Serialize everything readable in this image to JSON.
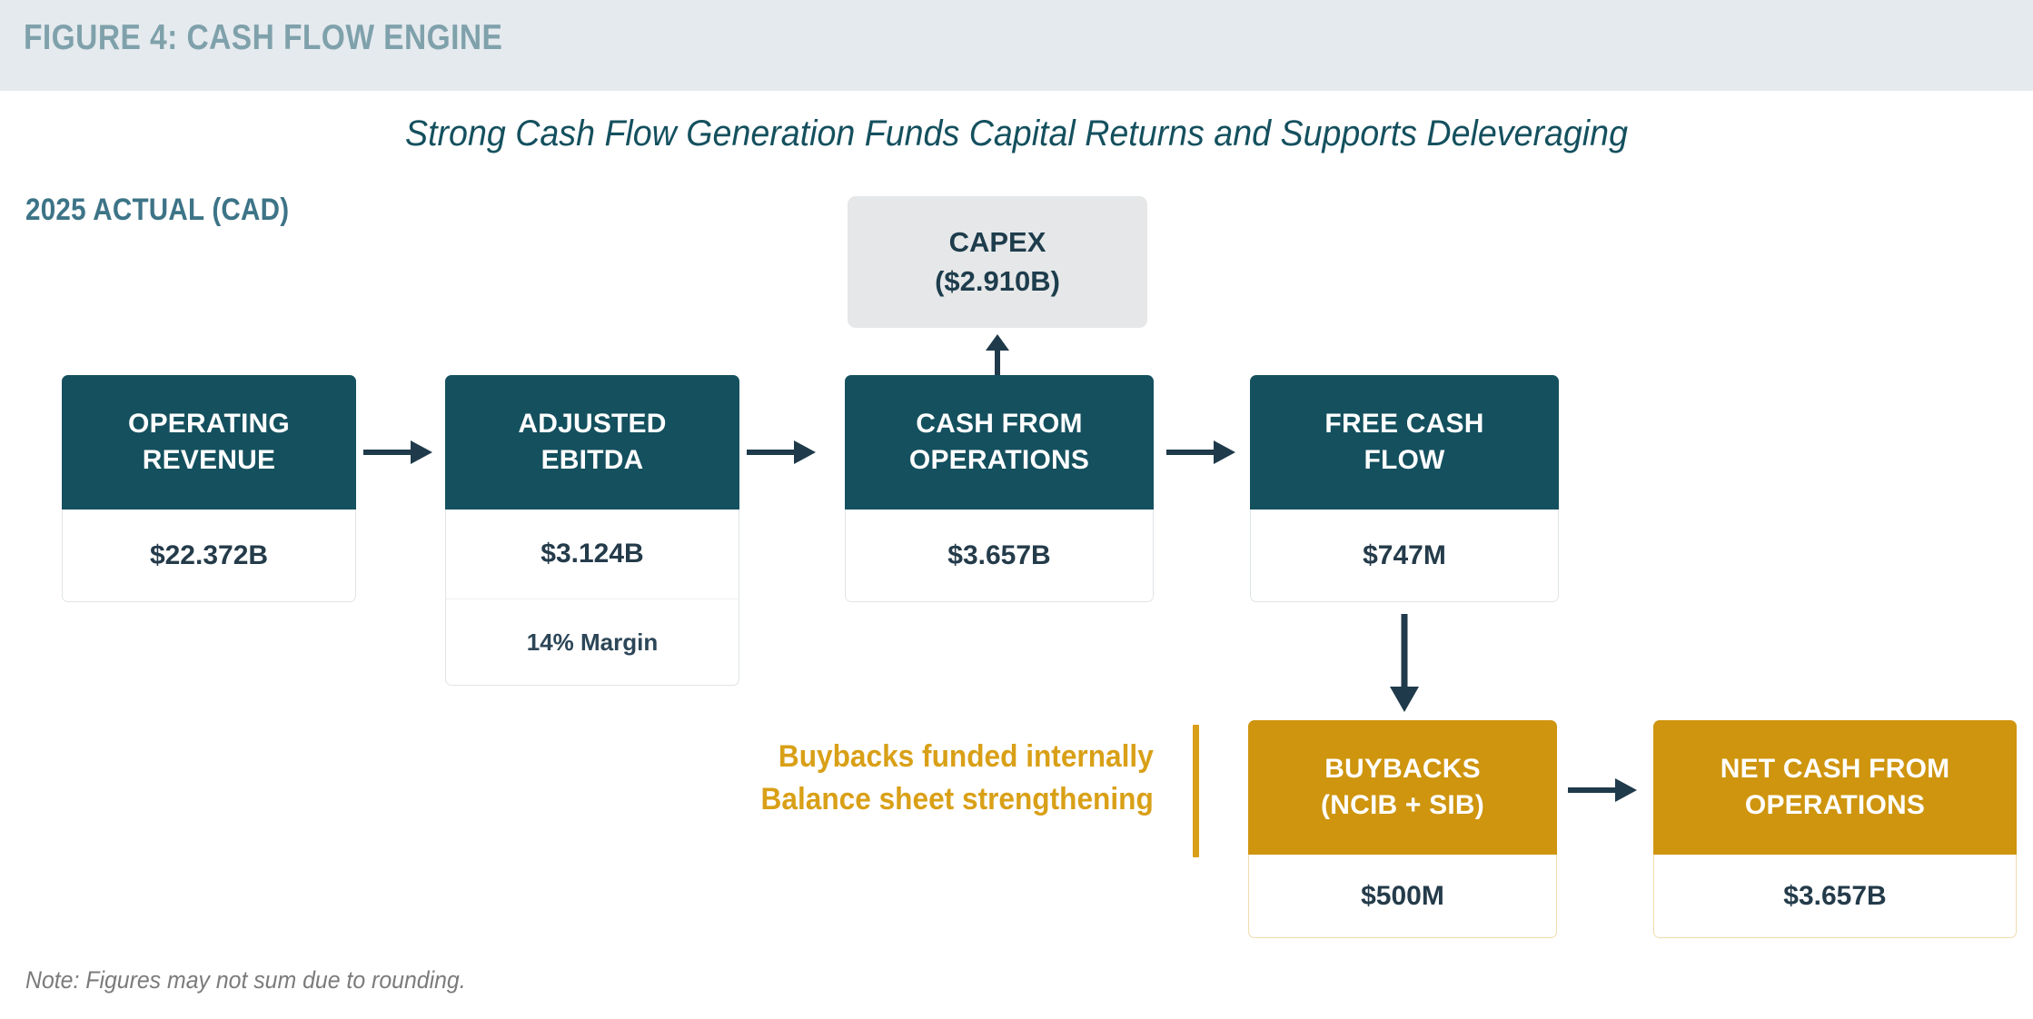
{
  "header": {
    "figure_title": "FIGURE 4: CASH FLOW ENGINE",
    "band_color": "#e5eaee",
    "title_color": "#7fa1ab"
  },
  "subtitle": "Strong Cash Flow Generation Funds Capital Returns and Supports Deleveraging",
  "section_label": "2025 ACTUAL (CAD)",
  "colors": {
    "teal": "#14505e",
    "gold": "#cf950f",
    "annotation_gold": "#d9a017",
    "capex_gray": "#e6e7e8",
    "value_text": "#243b4a",
    "arrow": "#1f3a4a"
  },
  "capex": {
    "label": "CAPEX",
    "value": "($2.910B)"
  },
  "flow_row": [
    {
      "id": "operating-revenue",
      "title_line1": "OPERATING",
      "title_line2": "REVENUE",
      "value": "$22.372B",
      "sub": null,
      "accent": "teal"
    },
    {
      "id": "adjusted-ebitda",
      "title_line1": "ADJUSTED",
      "title_line2": "EBITDA",
      "value": "$3.124B",
      "sub": "14% Margin",
      "accent": "teal"
    },
    {
      "id": "cash-from-operations",
      "title_line1": "CASH FROM",
      "title_line2": "OPERATIONS",
      "value": "$3.657B",
      "sub": null,
      "accent": "teal"
    },
    {
      "id": "free-cash-flow",
      "title_line1": "FREE CASH",
      "title_line2": "FLOW",
      "value": "$747M",
      "sub": null,
      "accent": "teal"
    }
  ],
  "bottom_row": [
    {
      "id": "buybacks",
      "title_line1": "BUYBACKS",
      "title_line2": "(NCIB + SIB)",
      "value": "$500M",
      "accent": "gold"
    },
    {
      "id": "net-cash-from-operations",
      "title_line1": "NET CASH FROM",
      "title_line2": "OPERATIONS",
      "value": "$3.657B",
      "accent": "gold"
    }
  ],
  "annotation": {
    "line1": "Buybacks funded internally",
    "line2": "Balance sheet strengthening"
  },
  "footnote": "Note: Figures may not sum due to rounding.",
  "icons": {
    "arrow_right": "arrow-right-icon",
    "arrow_up": "arrow-up-icon",
    "arrow_down": "arrow-down-icon"
  },
  "chart_data": {
    "type": "diagram",
    "title": "FIGURE 4: CASH FLOW ENGINE",
    "subtitle": "Strong Cash Flow Generation Funds Capital Returns and Supports Deleveraging",
    "unit_label": "2025 ACTUAL (CAD)",
    "nodes": [
      {
        "name": "OPERATING REVENUE",
        "value": "$22.372B",
        "numeric": 22.372,
        "unit": "B CAD"
      },
      {
        "name": "ADJUSTED EBITDA",
        "value": "$3.124B",
        "numeric": 3.124,
        "unit": "B CAD",
        "note": "14% Margin"
      },
      {
        "name": "CASH FROM OPERATIONS",
        "value": "$3.657B",
        "numeric": 3.657,
        "unit": "B CAD"
      },
      {
        "name": "FREE CASH FLOW",
        "value": "$747M",
        "numeric": 0.747,
        "unit": "B CAD"
      },
      {
        "name": "CAPEX",
        "value": "($2.910B)",
        "numeric": -2.91,
        "unit": "B CAD"
      },
      {
        "name": "BUYBACKS (NCIB + SIB)",
        "value": "$500M",
        "numeric": 0.5,
        "unit": "B CAD"
      },
      {
        "name": "NET CASH FROM OPERATIONS",
        "value": "$3.657B",
        "numeric": 3.657,
        "unit": "B CAD"
      }
    ],
    "edges": [
      {
        "from": "OPERATING REVENUE",
        "to": "ADJUSTED EBITDA",
        "direction": "right"
      },
      {
        "from": "ADJUSTED EBITDA",
        "to": "CASH FROM OPERATIONS",
        "direction": "right"
      },
      {
        "from": "CASH FROM OPERATIONS",
        "to": "FREE CASH FLOW",
        "direction": "right"
      },
      {
        "from": "CASH FROM OPERATIONS",
        "to": "CAPEX",
        "direction": "up"
      },
      {
        "from": "FREE CASH FLOW",
        "to": "BUYBACKS (NCIB + SIB)",
        "direction": "down"
      },
      {
        "from": "BUYBACKS (NCIB + SIB)",
        "to": "NET CASH FROM OPERATIONS",
        "direction": "right"
      }
    ],
    "annotations": [
      "Buybacks funded internally",
      "Balance sheet strengthening"
    ],
    "footnote": "Note: Figures may not sum due to rounding."
  }
}
